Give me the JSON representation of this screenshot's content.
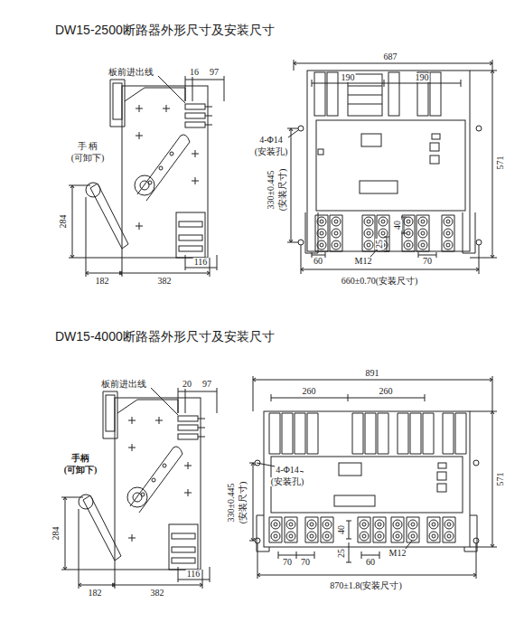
{
  "diagram": {
    "labels": [
      "DW15-2500断路器外形尺寸及安装尺寸",
      "板前进出线",
      "16",
      "97",
      "手 柄",
      "(可卸下)",
      "284",
      "182",
      "382",
      "116",
      "687",
      "190",
      "190",
      "4-Φ14",
      "(安装孔)",
      "330±0.445",
      "(安装尺寸)",
      "571",
      "40",
      "60",
      "M12",
      "25",
      "70",
      "660±0.70(安装尺寸)",
      "DW15-4000断路器外形尺寸及安装尺寸",
      "板前进出线",
      "20",
      "97",
      "手柄",
      "(可卸下)",
      "284",
      "182",
      "382",
      "116",
      "891",
      "260",
      "260",
      "4-Φ14",
      "(安装孔)",
      "330±0.445",
      "(安装尺寸)",
      "571",
      "40",
      "25",
      "70",
      "70",
      "60",
      "M12",
      "870±1.8(安装尺寸)"
    ]
  }
}
